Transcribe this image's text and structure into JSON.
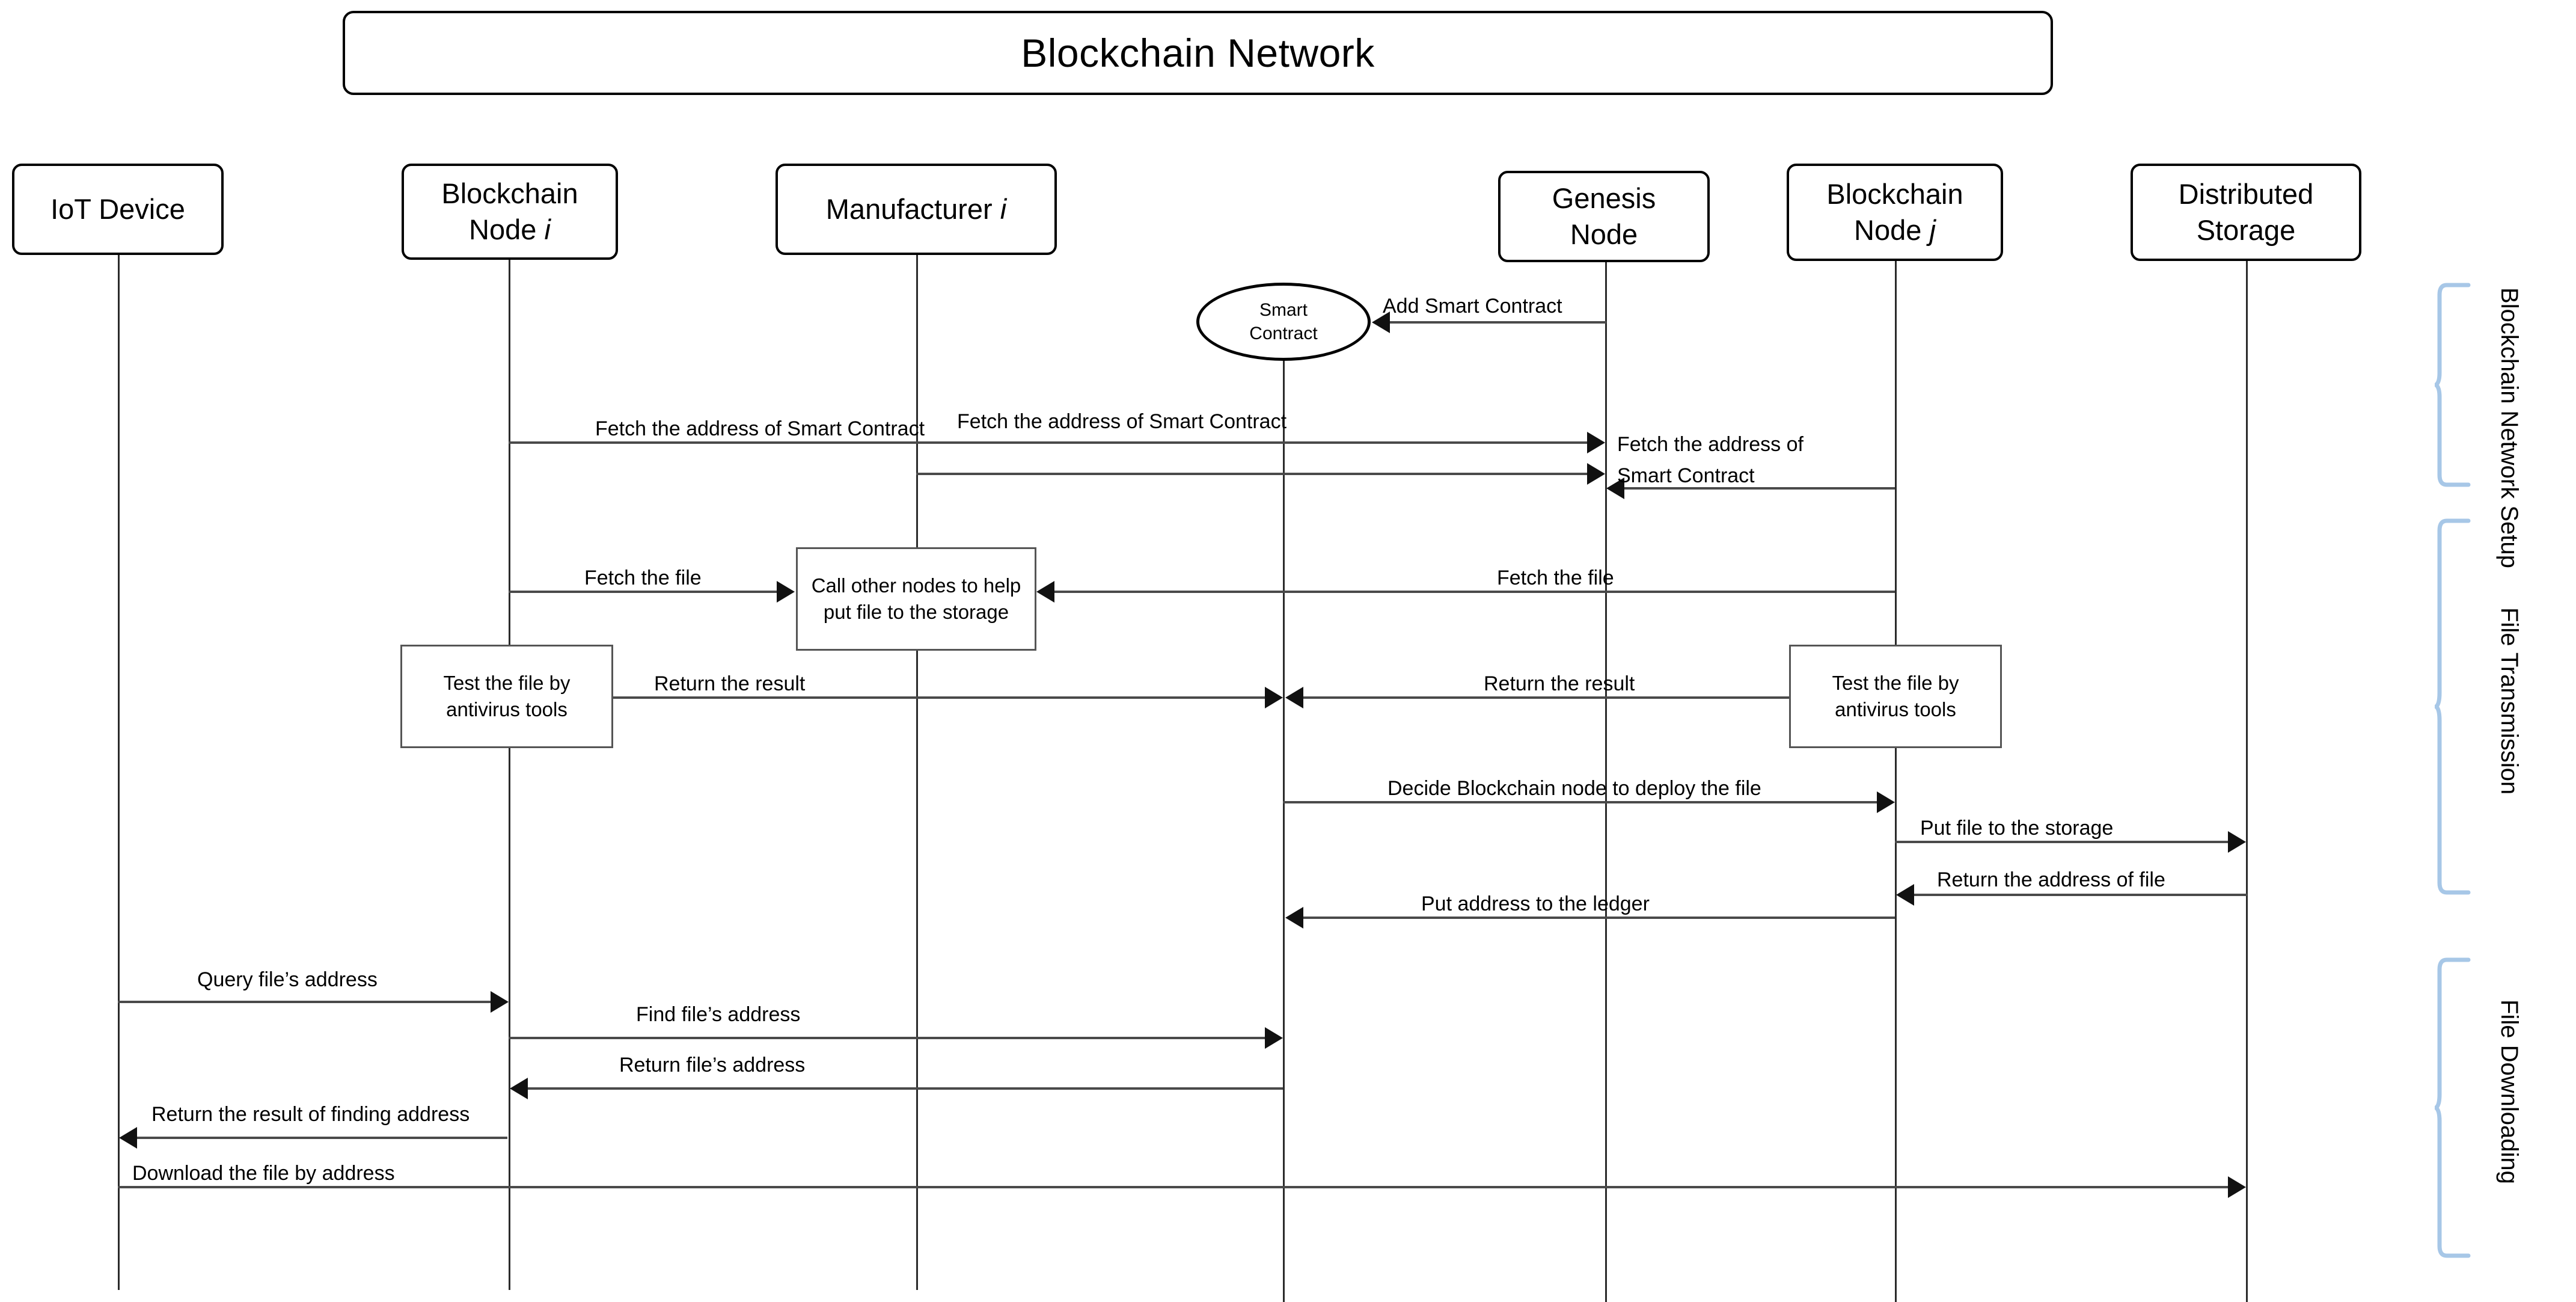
{
  "title": "Blockchain Network",
  "actors": [
    {
      "id": "iot-device",
      "label": "IoT Device",
      "italic": ""
    },
    {
      "id": "blockchain-node-i",
      "label": "Blockchain\nNode ",
      "italic": "i"
    },
    {
      "id": "manufacturer-i",
      "label": "Manufacturer ",
      "italic": "i"
    },
    {
      "id": "genesis-node",
      "label": "Genesis\nNode",
      "italic": ""
    },
    {
      "id": "blockchain-node-j",
      "label": "Blockchain\nNode ",
      "italic": "j"
    },
    {
      "id": "distributed-storage",
      "label": "Distributed\nStorage",
      "italic": ""
    }
  ],
  "actor_labels": {
    "iot_device": "IoT Device",
    "blockchain_node_i_line1": "Blockchain",
    "blockchain_node_i_line2": "Node ",
    "blockchain_node_i_index": "i",
    "manufacturer": "Manufacturer ",
    "manufacturer_index": "i",
    "genesis_line1": "Genesis",
    "genesis_line2": "Node",
    "blockchain_node_j_line1": "Blockchain",
    "blockchain_node_j_line2": "Node ",
    "blockchain_node_j_index": "j",
    "distributed_line1": "Distributed",
    "distributed_line2": "Storage"
  },
  "smart_contract": {
    "line1": "Smart",
    "line2": "Contract"
  },
  "boxes": {
    "call_other_nodes_line1": "Call other nodes to help",
    "call_other_nodes_line2": "put file to the storage",
    "test_file_left_line1": "Test the file by",
    "test_file_left_line2": "antivirus tools",
    "test_file_right_line1": "Test the file by",
    "test_file_right_line2": "antivirus tools"
  },
  "messages": [
    {
      "id": "add-smart-contract",
      "label": "Add Smart Contract"
    },
    {
      "id": "fetch-addr-sc-left",
      "label": "Fetch the address of Smart Contract"
    },
    {
      "id": "fetch-addr-sc-mid",
      "label": "Fetch the address of Smart Contract"
    },
    {
      "id": "fetch-addr-sc-return-l1",
      "label": "Fetch the address of"
    },
    {
      "id": "fetch-addr-sc-return-l2",
      "label": "Smart Contract"
    },
    {
      "id": "fetch-the-file-left",
      "label": "Fetch the file"
    },
    {
      "id": "fetch-the-file-right",
      "label": "Fetch the file"
    },
    {
      "id": "return-the-result-left",
      "label": "Return the result"
    },
    {
      "id": "return-the-result-right",
      "label": "Return the result"
    },
    {
      "id": "decide-blockchain-node",
      "label": "Decide Blockchain node to deploy the file"
    },
    {
      "id": "put-file-to-storage",
      "label": "Put file to the storage"
    },
    {
      "id": "return-address-of-file",
      "label": "Return the address of file"
    },
    {
      "id": "put-address-to-ledger",
      "label": "Put address to the ledger"
    },
    {
      "id": "query-files-address",
      "label": "Query file’s address"
    },
    {
      "id": "find-files-address",
      "label": "Find file’s address"
    },
    {
      "id": "return-files-address",
      "label": "Return file’s address"
    },
    {
      "id": "return-result-finding",
      "label": "Return the result of finding address"
    },
    {
      "id": "download-file-by-address",
      "label": "Download the file by address"
    }
  ],
  "phases": [
    {
      "id": "phase-setup",
      "label": "Blockchain Network Setup"
    },
    {
      "id": "phase-transmission",
      "label": "File Transmission"
    },
    {
      "id": "phase-downloading",
      "label": "File Downloading"
    }
  ],
  "colors": {
    "brace": "#a7c7e7",
    "line": "#4a4a4a",
    "outline": "#000000"
  }
}
